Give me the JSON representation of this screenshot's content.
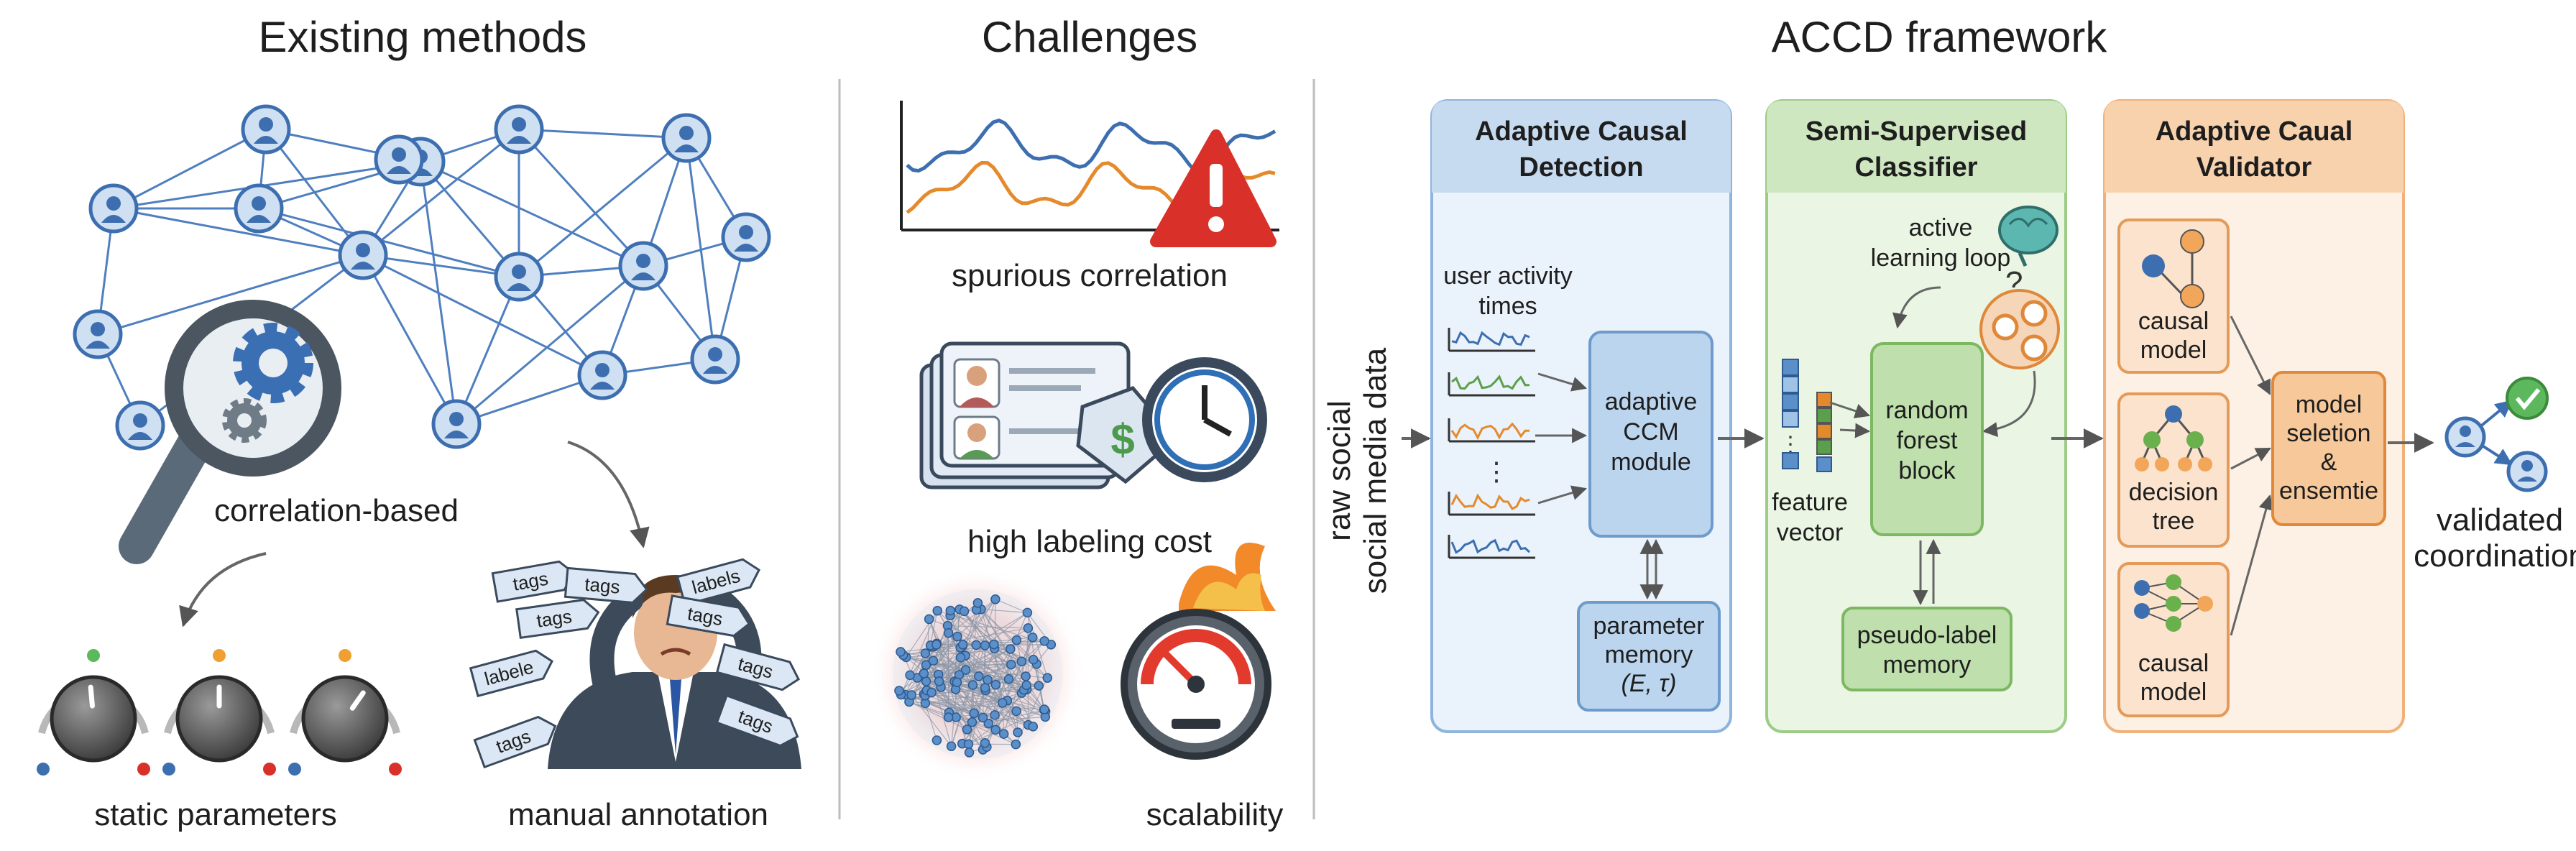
{
  "headers": {
    "existing": "Existing methods",
    "challenges": "Challenges",
    "framework": "ACCD framework"
  },
  "existing": {
    "correlation": "correlation-based",
    "static": "static parameters",
    "manual": "manual annotation",
    "tags": [
      "tags",
      "tags",
      "labels",
      "tags",
      "tags",
      "labele",
      "tags",
      "tags",
      "tags"
    ]
  },
  "challenges": {
    "spurious": "spurious correlation",
    "labeling": "high labeling cost",
    "scalability": "scalability"
  },
  "input": {
    "line1": "raw social",
    "line2": "social media data"
  },
  "detection": {
    "title1": "Adaptive Causal",
    "title2": "Detection",
    "activity1": "user activity",
    "activity2": "times",
    "ccm1": "adaptive",
    "ccm2": "CCM",
    "ccm3": "module",
    "mem1": "parameter",
    "mem2": "memory",
    "mem3": "(E, τ)"
  },
  "classifier": {
    "title1": "Semi-Supervised",
    "title2": "Classifier",
    "active1": "active",
    "active2": "learning loop",
    "rf1": "random",
    "rf2": "forest",
    "rf3": "block",
    "feat1": "feature",
    "feat2": "vector",
    "pseudo1": "pseudo-label",
    "pseudo2": "memory"
  },
  "validator": {
    "title1": "Adaptive Caual",
    "title2": "Validator",
    "m1a": "causal",
    "m1b": "model",
    "m2a": "decision",
    "m2b": "tree",
    "m3a": "causal",
    "m3b": "model",
    "sel1": "model",
    "sel2": "seletion",
    "sel3": "&",
    "sel4": "ensemtie"
  },
  "output": {
    "line1": "validated",
    "line2": "coordination"
  },
  "colors": {
    "blue_panel": "#d6e6f5",
    "green_panel": "#ddefd3",
    "orange_panel": "#fbe3cd",
    "node_blue": "#5b8fc9",
    "warning_red": "#d9302a",
    "series_blue": "#3d6fb0",
    "series_orange": "#e48a2c"
  }
}
